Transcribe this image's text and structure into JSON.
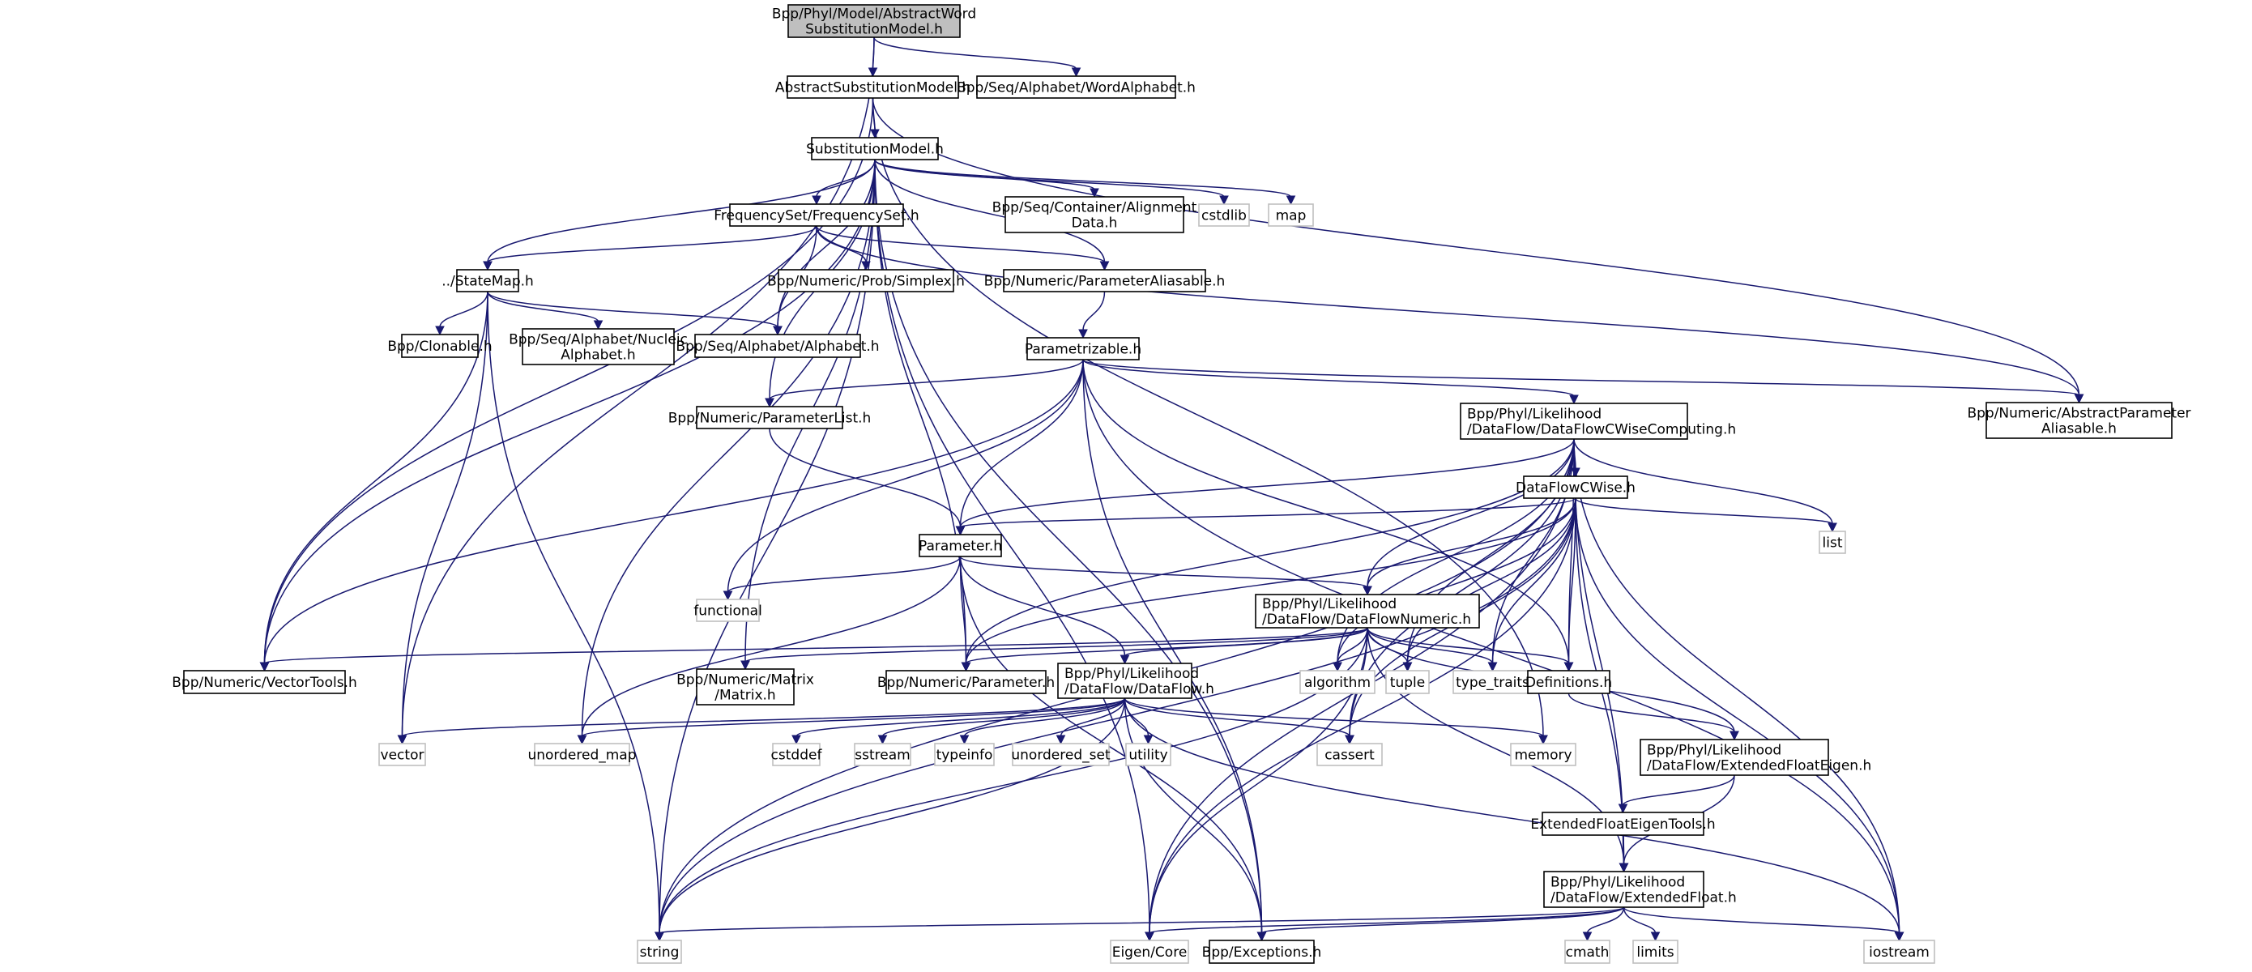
{
  "diagram": {
    "type": "include-dependency-graph",
    "colors": {
      "edge": "#191970",
      "root_fill": "#bfbfbf",
      "node_fill": "#ffffff",
      "node_border": "#000000",
      "external_border": "#bfbfbf"
    },
    "nodes": [
      {
        "id": "root",
        "lines": [
          "Bpp/Phyl/Model/AbstractWord",
          "SubstitutionModel.h"
        ],
        "kind": "root"
      },
      {
        "id": "absSubst",
        "lines": [
          "AbstractSubstitutionModel.h"
        ],
        "kind": "internal"
      },
      {
        "id": "wordAlpha",
        "lines": [
          "Bpp/Seq/Alphabet/WordAlphabet.h"
        ],
        "kind": "internal"
      },
      {
        "id": "subst",
        "lines": [
          "SubstitutionModel.h"
        ],
        "kind": "internal"
      },
      {
        "id": "freqSet",
        "lines": [
          "FrequencySet/FrequencySet.h"
        ],
        "kind": "internal"
      },
      {
        "id": "alignData",
        "lines": [
          "Bpp/Seq/Container/Alignment",
          "Data.h"
        ],
        "kind": "internal"
      },
      {
        "id": "cstdlib",
        "lines": [
          "cstdlib"
        ],
        "kind": "external"
      },
      {
        "id": "map",
        "lines": [
          "map"
        ],
        "kind": "external"
      },
      {
        "id": "stateMap",
        "lines": [
          "../StateMap.h"
        ],
        "kind": "internal"
      },
      {
        "id": "simplex",
        "lines": [
          "Bpp/Numeric/Prob/Simplex.h"
        ],
        "kind": "internal"
      },
      {
        "id": "paramAlias",
        "lines": [
          "Bpp/Numeric/ParameterAliasable.h"
        ],
        "kind": "internal"
      },
      {
        "id": "clonable",
        "lines": [
          "Bpp/Clonable.h"
        ],
        "kind": "internal"
      },
      {
        "id": "nucAlpha",
        "lines": [
          "Bpp/Seq/Alphabet/Nucleic",
          "Alphabet.h"
        ],
        "kind": "internal"
      },
      {
        "id": "alphabet",
        "lines": [
          "Bpp/Seq/Alphabet/Alphabet.h"
        ],
        "kind": "internal"
      },
      {
        "id": "parametrizable",
        "lines": [
          "Parametrizable.h"
        ],
        "kind": "internal"
      },
      {
        "id": "paramList",
        "lines": [
          "Bpp/Numeric/ParameterList.h"
        ],
        "kind": "internal"
      },
      {
        "id": "dfcwComputing",
        "lines": [
          "Bpp/Phyl/Likelihood",
          "/DataFlow/DataFlowCWiseComputing.h"
        ],
        "kind": "internal"
      },
      {
        "id": "absParamAlias",
        "lines": [
          "Bpp/Numeric/AbstractParameter",
          "Aliasable.h"
        ],
        "kind": "internal"
      },
      {
        "id": "dfcw",
        "lines": [
          "DataFlowCWise.h"
        ],
        "kind": "internal"
      },
      {
        "id": "list",
        "lines": [
          "list"
        ],
        "kind": "external"
      },
      {
        "id": "parameterH",
        "lines": [
          "Parameter.h"
        ],
        "kind": "internal"
      },
      {
        "id": "functional",
        "lines": [
          "functional"
        ],
        "kind": "external"
      },
      {
        "id": "dfNumeric",
        "lines": [
          "Bpp/Phyl/Likelihood",
          "/DataFlow/DataFlowNumeric.h"
        ],
        "kind": "internal"
      },
      {
        "id": "vectorTools",
        "lines": [
          "Bpp/Numeric/VectorTools.h"
        ],
        "kind": "internal"
      },
      {
        "id": "matrix",
        "lines": [
          "Bpp/Numeric/Matrix",
          "/Matrix.h"
        ],
        "kind": "internal"
      },
      {
        "id": "numParameter",
        "lines": [
          "Bpp/Numeric/Parameter.h"
        ],
        "kind": "internal"
      },
      {
        "id": "dataFlow",
        "lines": [
          "Bpp/Phyl/Likelihood",
          "/DataFlow/DataFlow.h"
        ],
        "kind": "internal"
      },
      {
        "id": "algorithm",
        "lines": [
          "algorithm"
        ],
        "kind": "external"
      },
      {
        "id": "tuple",
        "lines": [
          "tuple"
        ],
        "kind": "external"
      },
      {
        "id": "typeTraits",
        "lines": [
          "type_traits"
        ],
        "kind": "external"
      },
      {
        "id": "definitions",
        "lines": [
          "Definitions.h"
        ],
        "kind": "internal"
      },
      {
        "id": "vector",
        "lines": [
          "vector"
        ],
        "kind": "external"
      },
      {
        "id": "unorderedMap",
        "lines": [
          "unordered_map"
        ],
        "kind": "external"
      },
      {
        "id": "cstddef",
        "lines": [
          "cstddef"
        ],
        "kind": "external"
      },
      {
        "id": "sstream",
        "lines": [
          "sstream"
        ],
        "kind": "external"
      },
      {
        "id": "typeinfo",
        "lines": [
          "typeinfo"
        ],
        "kind": "external"
      },
      {
        "id": "unorderedSet",
        "lines": [
          "unordered_set"
        ],
        "kind": "external"
      },
      {
        "id": "utility",
        "lines": [
          "utility"
        ],
        "kind": "external"
      },
      {
        "id": "cassert",
        "lines": [
          "cassert"
        ],
        "kind": "external"
      },
      {
        "id": "memory",
        "lines": [
          "memory"
        ],
        "kind": "external"
      },
      {
        "id": "extFloatEigen",
        "lines": [
          "Bpp/Phyl/Likelihood",
          "/DataFlow/ExtendedFloatEigen.h"
        ],
        "kind": "internal"
      },
      {
        "id": "extFloatEigenTools",
        "lines": [
          "ExtendedFloatEigenTools.h"
        ],
        "kind": "internal"
      },
      {
        "id": "extFloat",
        "lines": [
          "Bpp/Phyl/Likelihood",
          "/DataFlow/ExtendedFloat.h"
        ],
        "kind": "internal"
      },
      {
        "id": "string",
        "lines": [
          "string"
        ],
        "kind": "external"
      },
      {
        "id": "eigenCore",
        "lines": [
          "Eigen/Core"
        ],
        "kind": "external"
      },
      {
        "id": "exceptions",
        "lines": [
          "Bpp/Exceptions.h"
        ],
        "kind": "internal"
      },
      {
        "id": "cmath",
        "lines": [
          "cmath"
        ],
        "kind": "external"
      },
      {
        "id": "limits",
        "lines": [
          "limits"
        ],
        "kind": "external"
      },
      {
        "id": "iostream",
        "lines": [
          "iostream"
        ],
        "kind": "external"
      }
    ],
    "edges": [
      [
        "root",
        "absSubst"
      ],
      [
        "root",
        "wordAlpha"
      ],
      [
        "root",
        "vector"
      ],
      [
        "absSubst",
        "subst"
      ],
      [
        "absSubst",
        "vectorTools"
      ],
      [
        "absSubst",
        "absParamAlias"
      ],
      [
        "absSubst",
        "memory"
      ],
      [
        "subst",
        "freqSet"
      ],
      [
        "subst",
        "alignData"
      ],
      [
        "subst",
        "cstdlib"
      ],
      [
        "subst",
        "map"
      ],
      [
        "subst",
        "stateMap"
      ],
      [
        "subst",
        "alphabet"
      ],
      [
        "subst",
        "paramAlias"
      ],
      [
        "subst",
        "paramList"
      ],
      [
        "subst",
        "vectorTools"
      ],
      [
        "subst",
        "matrix"
      ],
      [
        "subst",
        "string"
      ],
      [
        "subst",
        "eigenCore"
      ],
      [
        "subst",
        "exceptions"
      ],
      [
        "subst",
        "numParameter"
      ],
      [
        "subst",
        "unorderedMap"
      ],
      [
        "freqSet",
        "stateMap"
      ],
      [
        "freqSet",
        "simplex"
      ],
      [
        "freqSet",
        "paramAlias"
      ],
      [
        "freqSet",
        "alphabet"
      ],
      [
        "freqSet",
        "absParamAlias"
      ],
      [
        "stateMap",
        "clonable"
      ],
      [
        "stateMap",
        "nucAlpha"
      ],
      [
        "stateMap",
        "alphabet"
      ],
      [
        "stateMap",
        "vectorTools"
      ],
      [
        "stateMap",
        "vector"
      ],
      [
        "stateMap",
        "string"
      ],
      [
        "paramAlias",
        "parametrizable"
      ],
      [
        "parametrizable",
        "paramList"
      ],
      [
        "parametrizable",
        "parameterH"
      ],
      [
        "parametrizable",
        "dfcwComputing"
      ],
      [
        "parametrizable",
        "absParamAlias"
      ],
      [
        "parametrizable",
        "functional"
      ],
      [
        "parametrizable",
        "vectorTools"
      ],
      [
        "parametrizable",
        "definitions"
      ],
      [
        "parametrizable",
        "iostream"
      ],
      [
        "parametrizable",
        "exceptions"
      ],
      [
        "paramList",
        "parameterH"
      ],
      [
        "dfcwComputing",
        "dfcw"
      ],
      [
        "dfcwComputing",
        "parameterH"
      ],
      [
        "dfcwComputing",
        "dfNumeric"
      ],
      [
        "dfcwComputing",
        "list"
      ],
      [
        "dfcwComputing",
        "numParameter"
      ],
      [
        "dfcwComputing",
        "string"
      ],
      [
        "dfcwComputing",
        "cassert"
      ],
      [
        "dfcwComputing",
        "algorithm"
      ],
      [
        "dfcwComputing",
        "tuple"
      ],
      [
        "dfcwComputing",
        "typeTraits"
      ],
      [
        "dfcwComputing",
        "definitions"
      ],
      [
        "dfcwComputing",
        "extFloat"
      ],
      [
        "dfcwComputing",
        "iostream"
      ],
      [
        "dfcwComputing",
        "eigenCore"
      ],
      [
        "dfcw",
        "parameterH"
      ],
      [
        "dfcw",
        "dfNumeric"
      ],
      [
        "dfcw",
        "list"
      ],
      [
        "dfcw",
        "numParameter"
      ],
      [
        "dfcw",
        "algorithm"
      ],
      [
        "dfcw",
        "tuple"
      ],
      [
        "dfcw",
        "typeTraits"
      ],
      [
        "dfcw",
        "definitions"
      ],
      [
        "dfcw",
        "cassert"
      ],
      [
        "dfcw",
        "string"
      ],
      [
        "dfcw",
        "eigenCore"
      ],
      [
        "dfcw",
        "extFloat"
      ],
      [
        "dfcw",
        "iostream"
      ],
      [
        "parameterH",
        "functional"
      ],
      [
        "parameterH",
        "numParameter"
      ],
      [
        "parameterH",
        "dataFlow"
      ],
      [
        "parameterH",
        "dfNumeric"
      ],
      [
        "parameterH",
        "unorderedMap"
      ],
      [
        "parameterH",
        "exceptions"
      ],
      [
        "dfNumeric",
        "vectorTools"
      ],
      [
        "dfNumeric",
        "matrix"
      ],
      [
        "dfNumeric",
        "numParameter"
      ],
      [
        "dfNumeric",
        "dataFlow"
      ],
      [
        "dfNumeric",
        "algorithm"
      ],
      [
        "dfNumeric",
        "tuple"
      ],
      [
        "dfNumeric",
        "typeTraits"
      ],
      [
        "dfNumeric",
        "definitions"
      ],
      [
        "dfNumeric",
        "cassert"
      ],
      [
        "dfNumeric",
        "extFloatEigen"
      ],
      [
        "dfNumeric",
        "extFloat"
      ],
      [
        "dfNumeric",
        "eigenCore"
      ],
      [
        "dfNumeric",
        "string"
      ],
      [
        "dataFlow",
        "vector"
      ],
      [
        "dataFlow",
        "unorderedMap"
      ],
      [
        "dataFlow",
        "cstddef"
      ],
      [
        "dataFlow",
        "sstream"
      ],
      [
        "dataFlow",
        "typeinfo"
      ],
      [
        "dataFlow",
        "unorderedSet"
      ],
      [
        "dataFlow",
        "utility"
      ],
      [
        "dataFlow",
        "cassert"
      ],
      [
        "dataFlow",
        "memory"
      ],
      [
        "dataFlow",
        "string"
      ],
      [
        "dataFlow",
        "exceptions"
      ],
      [
        "dataFlow",
        "iostream"
      ],
      [
        "definitions",
        "extFloatEigen"
      ],
      [
        "extFloatEigen",
        "extFloatEigenTools"
      ],
      [
        "extFloatEigen",
        "extFloat"
      ],
      [
        "extFloatEigenTools",
        "extFloat"
      ],
      [
        "extFloat",
        "string"
      ],
      [
        "extFloat",
        "eigenCore"
      ],
      [
        "extFloat",
        "exceptions"
      ],
      [
        "extFloat",
        "cmath"
      ],
      [
        "extFloat",
        "limits"
      ],
      [
        "extFloat",
        "iostream"
      ]
    ]
  }
}
